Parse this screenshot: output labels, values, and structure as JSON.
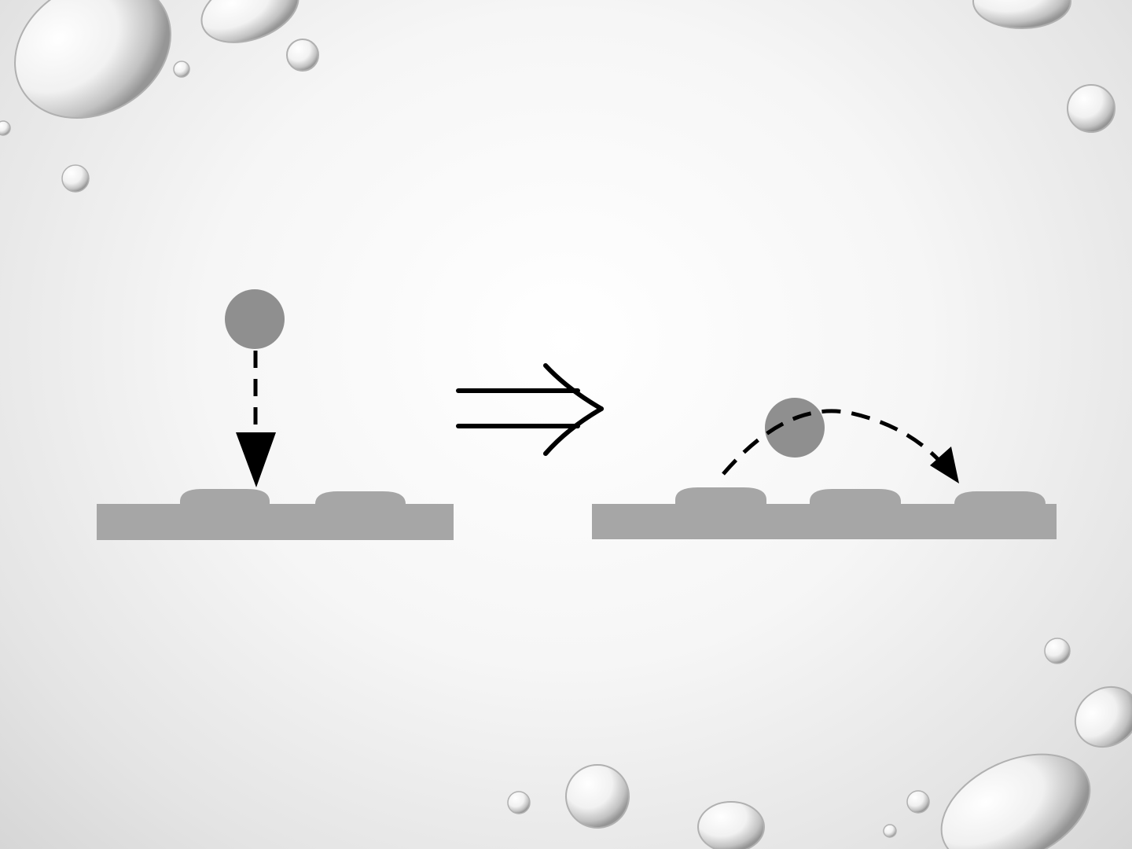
{
  "slide": {
    "background_top": "#ffffff",
    "background_bottom": "#d6d6d6",
    "decoration": "water-droplets"
  },
  "diagram": {
    "shape_fill": "#a6a6a6",
    "particle_fill": "#8f8f8f",
    "stroke_color": "#000000",
    "left_panel": {
      "particle": "falling-particle",
      "motion": "straight-dashed-arrow-down"
    },
    "implies_arrow": "double-line-arrow-right",
    "right_panel": {
      "particle": "hopping-particle",
      "motion": "curved-dashed-arrow-right"
    }
  }
}
